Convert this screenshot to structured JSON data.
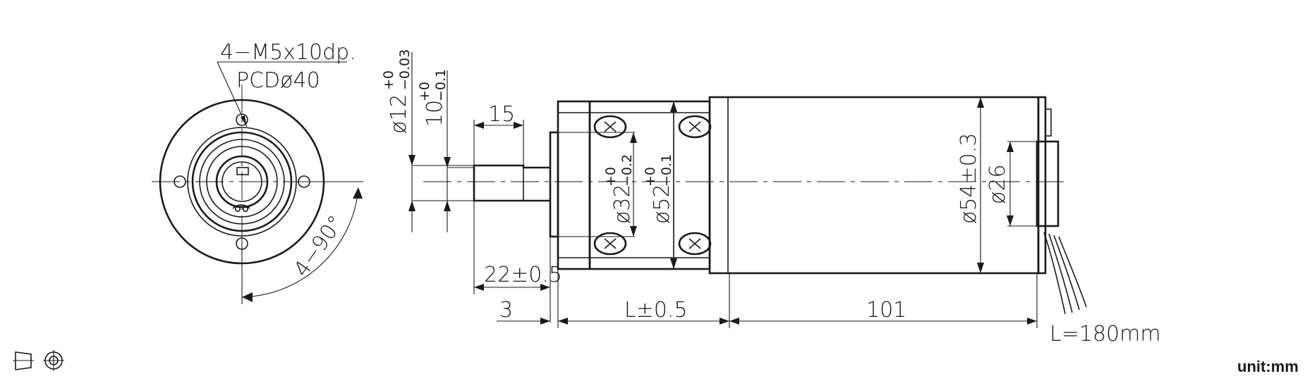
{
  "labels": {
    "thread": "4−M5x10dp.",
    "pcd": "PCDø40",
    "angle": "4−90°",
    "shaft_dia": "ø12",
    "shaft_dia_tol_upper": "+0",
    "shaft_dia_tol_lower": "−0.03",
    "key_dim": "10",
    "key_dim_tol_upper": "+0",
    "key_dim_tol_lower": "−0.1",
    "shaft_len": "15",
    "flange_dia": "ø32",
    "flange_dia_tol_upper": "+0",
    "flange_dia_tol_lower": "−0.2",
    "gear_dia": "ø52",
    "gear_dia_tol_upper": "+0",
    "gear_dia_tol_lower": "−0.1",
    "motor_dia": "ø54±0.3",
    "rear_dia": "ø26",
    "shaft_total": "22±0.5",
    "pilot": "3",
    "gearbox_len": "L±0.5",
    "motor_len": "101",
    "lead_len": "L=180mm",
    "unit": "unit:mm"
  },
  "icons": [
    "projection-symbol-icon",
    "crosshair-circle-icon"
  ]
}
